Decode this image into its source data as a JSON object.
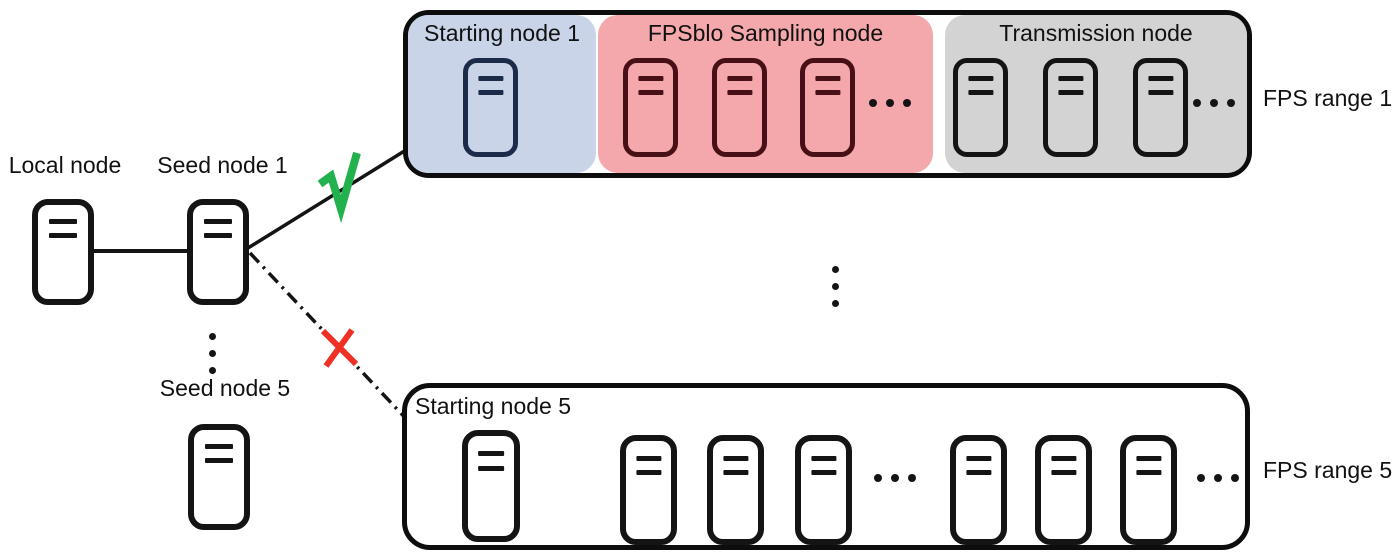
{
  "diagram": {
    "left": {
      "local_node_label": "Local node",
      "seed_node_1_label": "Seed node 1",
      "seed_node_5_label": "Seed node 5"
    },
    "fps_range_1": {
      "range_label": "FPS range 1",
      "regions": [
        {
          "label": "Starting node 1",
          "fill": "#c9d4e9",
          "server_stroke": "#1d2b4a",
          "servers_shown": 1,
          "ellipsis": false
        },
        {
          "label": "FPSblo Sampling node",
          "fill": "#f5a8ac",
          "server_stroke": "#471016",
          "servers_shown": 3,
          "ellipsis": true
        },
        {
          "label": "Transmission node",
          "fill": "#d3d3d4",
          "server_stroke": "#141414",
          "servers_shown": 3,
          "ellipsis": true
        }
      ]
    },
    "fps_range_5": {
      "range_label": "FPS range 5",
      "starting_label": "Starting node 5",
      "starting_servers": 1,
      "group_servers_shown": [
        3,
        3
      ],
      "ellipsis_count": 2
    },
    "links": {
      "seed1_to_range1": "accepted",
      "seed1_to_range5": "rejected"
    },
    "colors": {
      "check_green": "#22b14c",
      "cross_red": "#ee3124",
      "line_black": "#141414",
      "navy_stroke": "#1d2b4a",
      "maroon_stroke": "#471016",
      "blue_region_fill": "#c9d4e9",
      "pink_region_fill": "#f5a8ac",
      "gray_region_fill": "#d3d3d4"
    },
    "icons": {
      "server": "server-node",
      "check": "√",
      "cross": "✕",
      "horizontal_ellipsis": "…",
      "vertical_ellipsis": "⋮"
    }
  }
}
